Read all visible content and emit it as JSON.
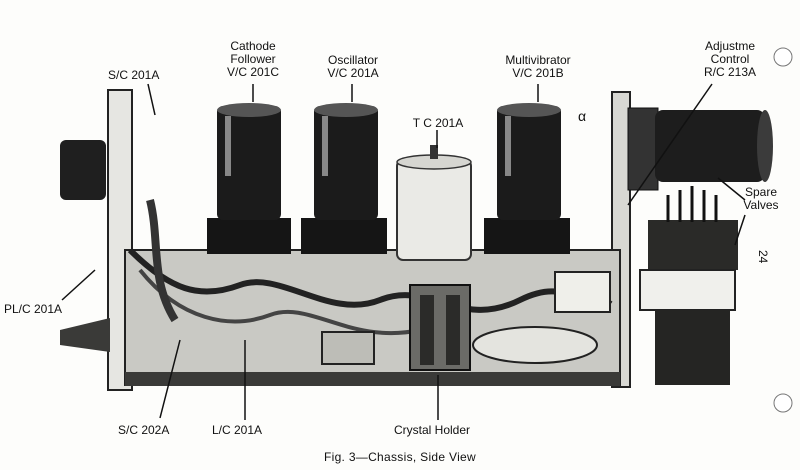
{
  "labels": {
    "sc201a": "S/C 201A",
    "cathode_1": "Cathode",
    "cathode_2": "Follower",
    "cathode_3": "V/C 201C",
    "osc_1": "Oscillator",
    "osc_2": "V/C 201A",
    "tc201a": "T C 201A",
    "multi_1": "Multivibrator",
    "multi_2": "V/C 201B",
    "alpha": "α",
    "adj_1": "Adjustme",
    "adj_2": "Control",
    "adj_3": "R/C 213A",
    "spare_1": "Spare",
    "spare_2": "Valves",
    "plc201a": "PL/C 201A",
    "sc202a": "S/C 202A",
    "lc201a": "L/C 201A",
    "crystal": "Crystal Holder"
  },
  "page_number": "24",
  "caption": "Fig. 3—Chassis, Side View",
  "colors": {
    "ink": "#111111",
    "paper": "#fdfdfb",
    "tube": "#1b1b1b",
    "metal": "#8a8a86"
  }
}
